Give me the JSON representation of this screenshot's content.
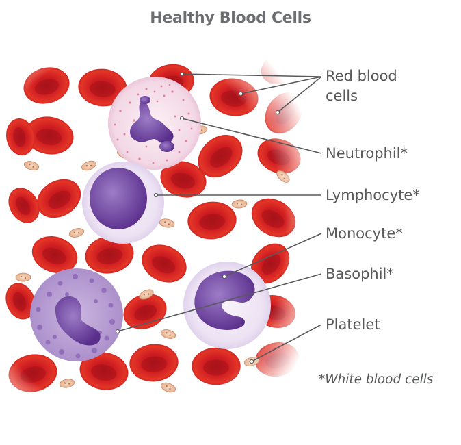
{
  "title": "Healthy Blood Cells",
  "labels": {
    "red_blood_cells_line1": "Red blood",
    "red_blood_cells_line2": "cells",
    "neutrophil": "Neutrophil*",
    "lymphocyte": "Lymphocyte*",
    "monocyte": "Monocyte*",
    "basophil": "Basophil*",
    "platelet": "Platelet"
  },
  "footnote": "*White blood cells",
  "colors": {
    "red_cell": "#d9201f",
    "red_cell_center": "#b01315",
    "white_cell": "#e8dff0",
    "nucleus": "#6a3f98",
    "platelet": "#f2cfae",
    "text": "#58595b",
    "leader": "#58595b"
  }
}
